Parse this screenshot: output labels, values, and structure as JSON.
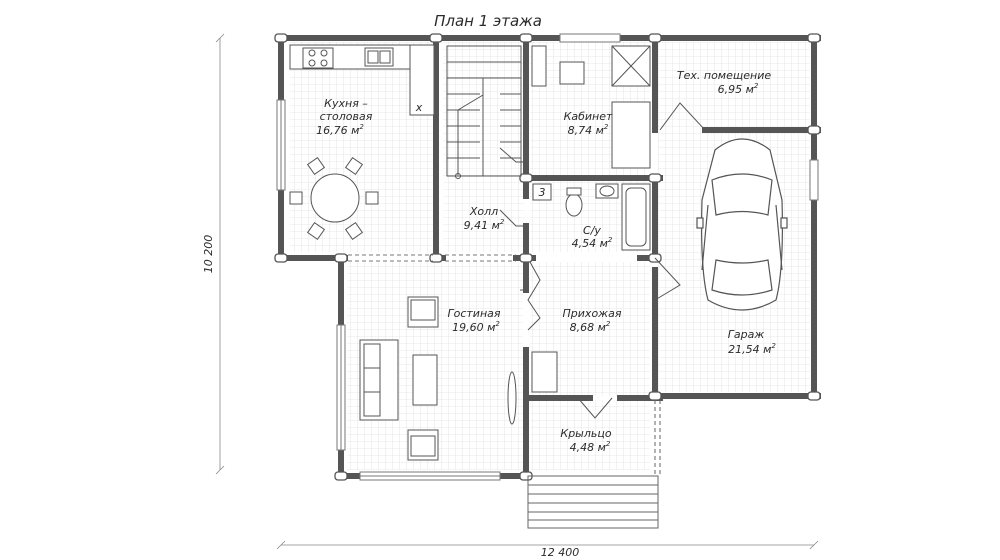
{
  "plan": {
    "title": "План 1 этажа",
    "dims": {
      "width": "12 400",
      "height": "10 200"
    },
    "unit": "м",
    "unit_sup": "2",
    "rooms": {
      "kitchen": {
        "name1": "Кухня –",
        "name2": "столовая",
        "area": "16,76"
      },
      "cabinet": {
        "name": "Кабинет",
        "area": "8,74"
      },
      "tech": {
        "name": "Тех. помещение",
        "area": "6,95"
      },
      "hall": {
        "name": "Холл",
        "area": "9,41"
      },
      "wc": {
        "name": "С/у",
        "area": "4,54"
      },
      "living": {
        "name": "Гостиная",
        "area": "19,60"
      },
      "entry": {
        "name": "Прихожая",
        "area": "8,68"
      },
      "garage": {
        "name": "Гараж",
        "area": "21,54"
      },
      "porch": {
        "name": "Крыльцо",
        "area": "4,48"
      }
    },
    "marks": {
      "x": "x",
      "three": "3"
    }
  }
}
